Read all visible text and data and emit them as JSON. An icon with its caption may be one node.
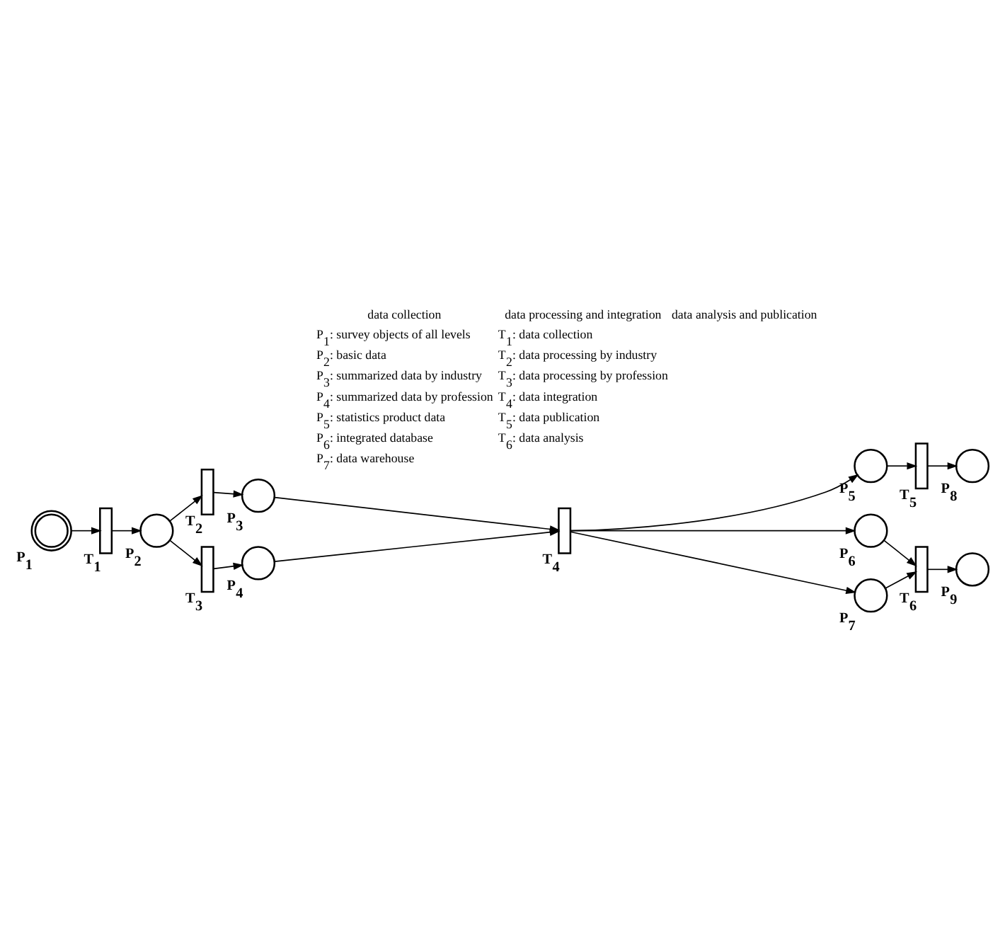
{
  "diagram": {
    "nodes": [
      {
        "text": [],
        "shape": "circle",
        "beside": [
          "P$_{1}$"
        ]
      },
      {
        "text": [],
        "shape": "bar",
        "beside": [
          "T$_{1}$"
        ]
      },
      {
        "text": [],
        "shape": "circle",
        "beside": [
          "P$_{2}$"
        ]
      },
      {
        "text": [],
        "shape": "bar",
        "beside": [
          "T$_{2}$"
        ]
      },
      {
        "text": [],
        "shape": "bar",
        "beside": [
          "T$_{3}$"
        ]
      },
      {
        "text": [],
        "shape": "circle",
        "beside": [
          "P$_{3}$"
        ]
      },
      {
        "text": [],
        "shape": "circle",
        "beside": [
          "P$_{4}$"
        ]
      },
      {
        "text": [],
        "shape": "bar",
        "beside": [
          "T$_{4}$"
        ]
      },
      {
        "text": [],
        "shape": "circle",
        "beside": [
          "P$_{5}$"
        ]
      },
      {
        "text": [],
        "shape": "circle",
        "beside": [
          "P$_{6}$"
        ]
      },
      {
        "text": [],
        "shape": "circle",
        "beside": [
          "P$_{7}$"
        ]
      },
      {
        "text": [],
        "shape": "bar",
        "beside": [
          "T$_{5}$"
        ]
      },
      {
        "text": [],
        "shape": "bar",
        "beside": [
          "T$_{6}$"
        ]
      },
      {
        "text": [],
        "shape": "circle",
        "beside": [
          "P$_{8}$"
        ]
      },
      {
        "text": [],
        "shape": "circle",
        "beside": [
          "P$_{9}$"
        ]
      }
    ],
    "edges": [
      {
        "from": 0,
        "to": 1,
        "arrow": "to"
      },
      {
        "from": 1,
        "to": 2,
        "arrow": "to"
      },
      {
        "from": 2,
        "to": 3,
        "arrow": "to"
      },
      {
        "from": 2,
        "to": 4,
        "arrow": "to"
      },
      {
        "from": 3,
        "to": 5,
        "arrow": "to"
      },
      {
        "from": 4,
        "to": 6,
        "arrow": "to"
      },
      {
        "from": 5,
        "to": 7,
        "arrow": "to"
      },
      {
        "from": 6,
        "to": 7,
        "arrow": "to"
      },
      {
        "from": 7,
        "to": 8,
        "arrow": "to"
      },
      {
        "from": 7,
        "to": 9,
        "arrow": "to"
      },
      {
        "from": 7,
        "to": 10,
        "arrow": "to"
      },
      {
        "from": 8,
        "to": 11,
        "arrow": "to"
      },
      {
        "from": 9,
        "to": 12,
        "arrow": "to"
      },
      {
        "from": 10,
        "to": 12,
        "arrow": "to"
      },
      {
        "from": 11,
        "to": 13,
        "arrow": "to"
      },
      {
        "from": 12,
        "to": 14,
        "arrow": "to"
      }
    ],
    "labels": [
      "data collection",
      "data processing and integration",
      "data analysis and publication",
      "P$_{1}$: survey objects of all levels",
      "T$_{1}$: data collection",
      "P$_{2}$: basic data",
      "T$_{2}$: data processing by industry",
      "P$_{3}$: summarized data by industry",
      "T$_{3}$: data processing by profession",
      "P$_{4}$: summarized data by profession",
      "T$_{4}$: data integration",
      "P$_{5}$: statistics product data",
      "T$_{5}$: data publication",
      "P$_{6}$: integrated database",
      "T$_{6}$: data analysis",
      "P$_{7}$: data warehouse"
    ]
  }
}
